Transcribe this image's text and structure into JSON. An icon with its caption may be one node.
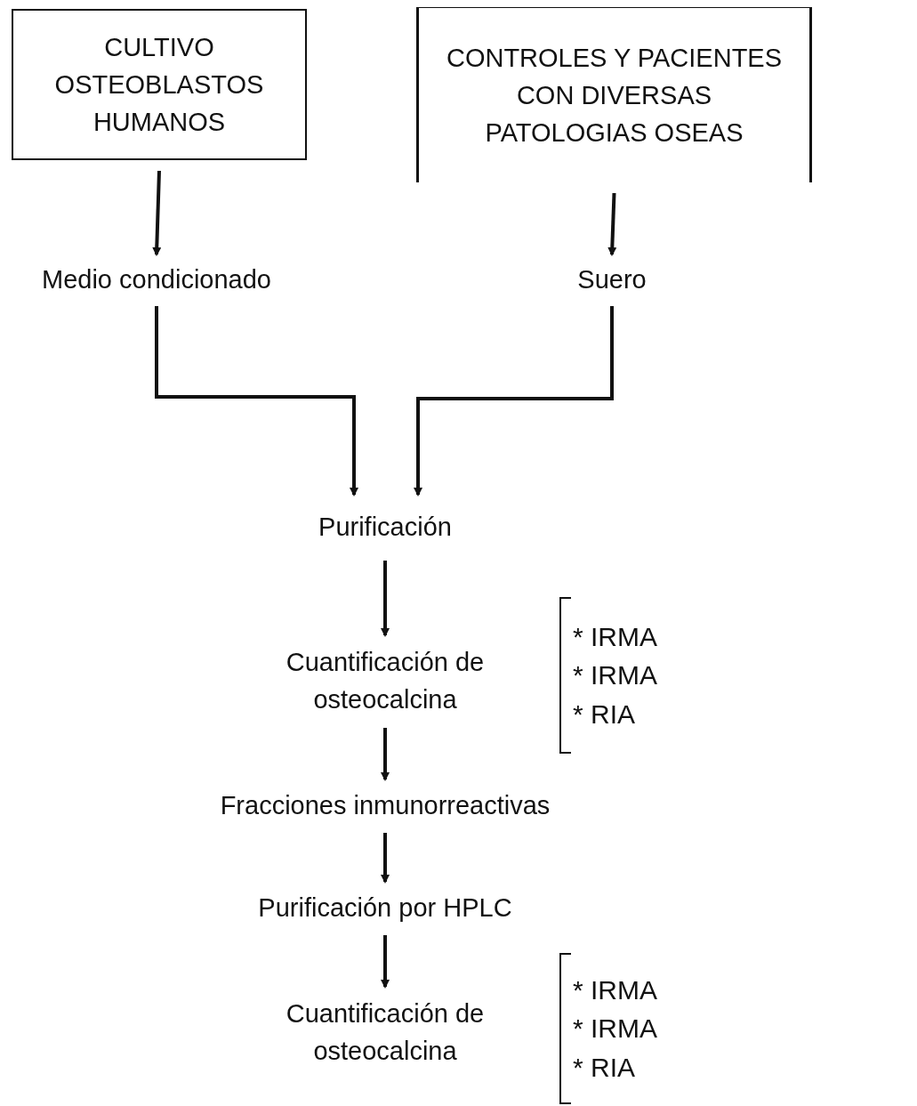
{
  "diagram": {
    "nodes": [
      {
        "text": [
          "CULTIVO OSTEOBLASTOS HUMANOS"
        ]
      },
      {
        "text": [
          "CONTROLES Y PACIENTES CON DIVERSAS PATOLOGIAS OSEAS"
        ]
      },
      {
        "text": [
          "Medio condicionado"
        ]
      },
      {
        "text": [
          "Suero"
        ]
      },
      {
        "text": [
          "Purificación"
        ]
      },
      {
        "text": [
          "Cuantificación de osteocalcina"
        ],
        "beside": [
          "* IRMA",
          "* IRMA",
          "* RIA"
        ]
      },
      {
        "text": [
          "Fracciones inmunorreactivas"
        ]
      },
      {
        "text": [
          "Purificación por HPLC"
        ]
      },
      {
        "text": [
          "Cuantificación de osteocalcina"
        ],
        "beside": [
          "* IRMA",
          "* IRMA",
          "* RIA"
        ]
      }
    ],
    "edges": [
      {
        "from": 0,
        "to": 2,
        "arrow": "to"
      },
      {
        "from": 1,
        "to": 3,
        "arrow": "to"
      },
      {
        "from": 2,
        "to": 4,
        "arrow": "to"
      },
      {
        "from": 3,
        "to": 4,
        "arrow": "to"
      },
      {
        "from": 4,
        "to": 5,
        "arrow": "to"
      },
      {
        "from": 5,
        "to": 6,
        "arrow": "to"
      },
      {
        "from": 6,
        "to": 7,
        "arrow": "to"
      },
      {
        "from": 7,
        "to": 8,
        "arrow": "to"
      }
    ]
  }
}
